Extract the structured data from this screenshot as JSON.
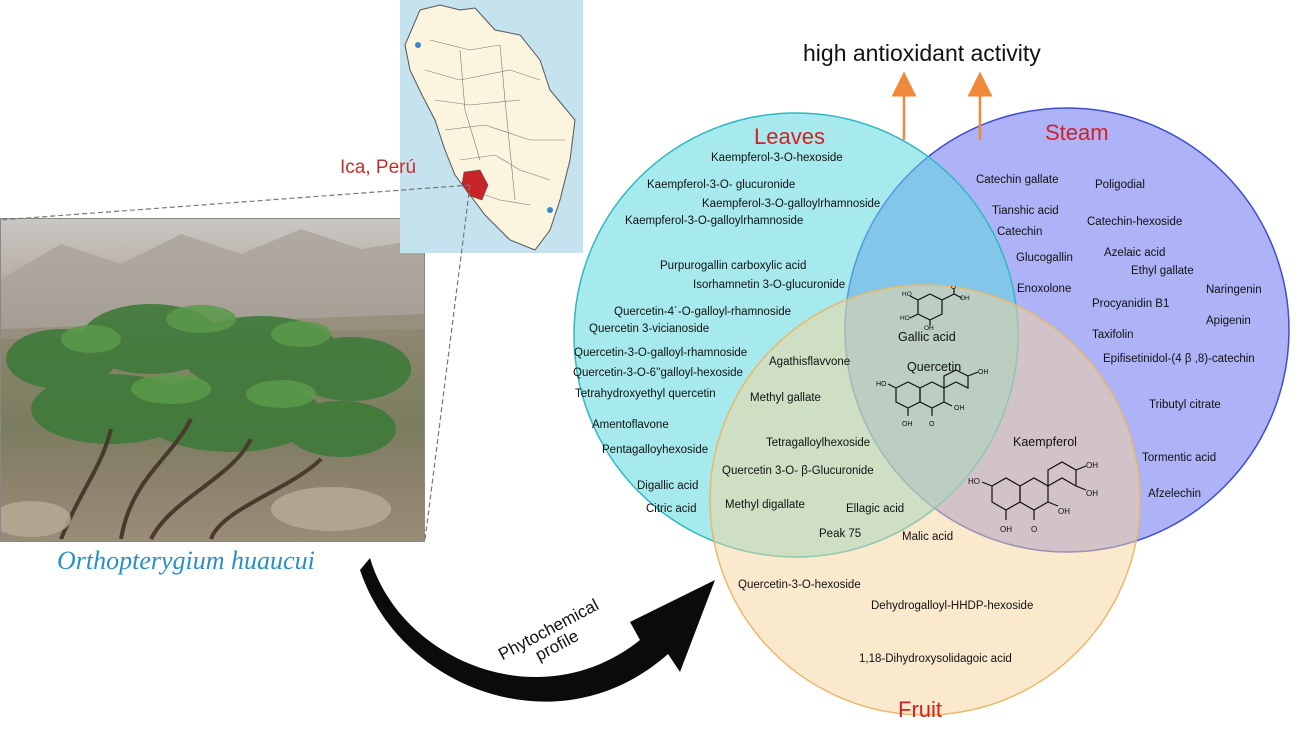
{
  "headline": "high antioxidant activity",
  "location_label": "Ica, Perú",
  "plant_name": "Orthopterygium huaucui",
  "arrow_label_line1": "Phytochemical",
  "arrow_label_line2": "profile",
  "colors": {
    "leaves": "#5fd8e0",
    "steam": "#6b73f0",
    "fruit": "#f6d39a",
    "title_red": "#d42020",
    "arrow_orange": "#f08a3a",
    "plant_name_blue": "#2a8fc8"
  },
  "sets": {
    "leaves": "Leaves",
    "steam": "Steam",
    "fruit": "Fruit"
  },
  "compounds": {
    "leaves_only": [
      "Kaempferol-3-O-hexoside",
      "Kaempferol-3-O- glucuronide",
      "Kaempferol-3-O-galloylrhamnoside",
      "Kaempferol-3-O-galloylrhamnoside",
      "Purpurogallin carboxylic acid",
      "Isorhamnetin 3-O-glucuronide",
      "Quercetin-4´-O-galloyl-rhamnoside",
      "Quercetin 3-vicianoside",
      "Quercetin-3-O-galloyl-rhamnoside",
      "Quercetin-3-O-6''galloyl-hexoside",
      "Tetrahydroxyethyl quercetin",
      "Amentoflavone",
      "Pentagalloyhexoside",
      "Digallic acid",
      "Citric acid"
    ],
    "steam_only": [
      "Catechin gallate",
      "Poligodial",
      "Tianshic acid",
      "Catechin",
      "Catechin-hexoside",
      "Azelaic acid",
      "Glucogallin",
      "Ethyl gallate",
      "Naringenin",
      "Enoxolone",
      "Procyanidin B1",
      "Apigenin",
      "Taxifolin",
      "Epifisetinidol-(4 β ,8)-catechin",
      "Tributyl citrate",
      "Tormentic acid",
      "Afzelechin"
    ],
    "leaves_fruit": [
      "Agathisflavvone",
      "Methyl gallate",
      "Tetragalloylhexoside",
      "Quercetin 3-O- β-Glucuronide",
      "Methyl digallate",
      "Ellagic acid",
      "Peak 75"
    ],
    "all_three": [
      "Gallic acid",
      "Quercetin"
    ],
    "steam_fruit": [
      "Kaempferol"
    ],
    "fruit_only": [
      "Malic acid",
      "Quercetin-3-O-hexoside",
      "Dehydrogalloyl-HHDP-hexoside",
      "1,18-Dihydroxysolidagoic acid"
    ]
  }
}
